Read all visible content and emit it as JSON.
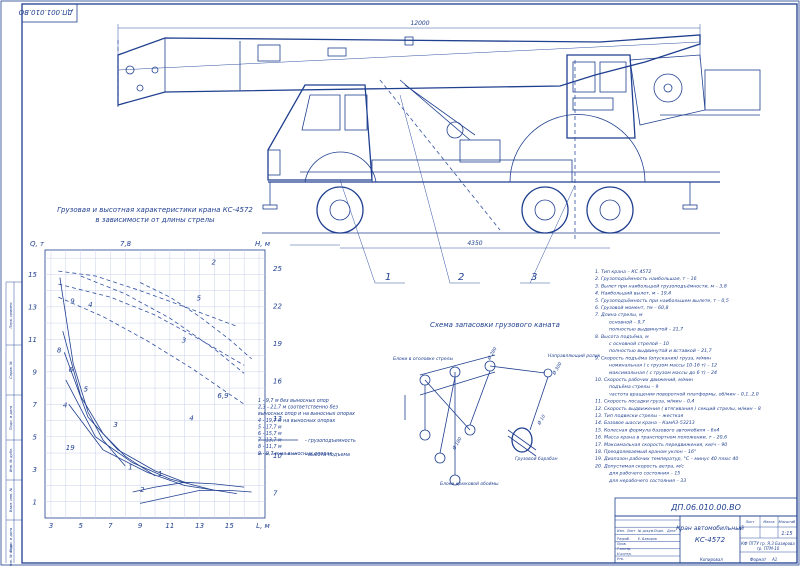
{
  "sheet": {
    "stamp_top": "ДП.001.010.ВО",
    "drawing_code": "ДП.06.010.00.ВО",
    "title_line1": "Кран автомобильный",
    "title_line2": "КС-4572",
    "sheet_label": "Лист",
    "mass_label": "Масса",
    "scale_label": "Масштаб",
    "scale_value": "1:15",
    "org_line1": "КФ ПГТУ гр. Я.3 Базирова",
    "org_line2": "гр. ПТМ-10",
    "copy_label": "Копировал",
    "format_label": "Формат",
    "format_value": "А1",
    "side_labels": [
      "Перв. примен.",
      "Справ. №",
      "Подп. и дата",
      "Инв. № дубл.",
      "Взам. инв. №",
      "Подп. и дата",
      "Инв. № подл."
    ],
    "stamp_rows": [
      "Изм.",
      "Лист",
      "№ докум.",
      "Подп.",
      "Дата",
      "Разраб.",
      "Пров.",
      "Т.контр.",
      "Н.контр.",
      "Утв."
    ],
    "author": "Е. Базыров"
  },
  "crane": {
    "dim_overall": "12000",
    "dim_wheelbase": "4350",
    "callouts": [
      "1",
      "2",
      "3"
    ]
  },
  "chart": {
    "title_line1": "Грузовая и высотная характеристики крана КС-4572",
    "title_line2": "в зависимости от длины стрелы",
    "y_left_label": "Q, т",
    "y_right_label": "Н, м",
    "x_label": "L, м",
    "top_mark": "7,8"
  },
  "chart_data": {
    "type": "line",
    "x_ticks": [
      3,
      5,
      7,
      9,
      11,
      13,
      15
    ],
    "x_tick_labels": [
      "3",
      "5",
      "7",
      "9",
      "11",
      "13",
      "15",
      "L, м"
    ],
    "y_left_ticks": [
      1,
      3,
      5,
      7,
      9,
      11,
      13,
      15
    ],
    "y_right_ticks": [
      7,
      10,
      13,
      16,
      19,
      22,
      25
    ],
    "curve_labels": [
      "9",
      "8",
      "4",
      "6",
      "5",
      "4",
      "3",
      "1",
      "19",
      "2",
      "1",
      "2",
      "5",
      "3",
      "6,9",
      "4"
    ],
    "legend": [
      "1 - 9,7 м без выносных опор",
      "2,3 - 21,7 м соответственно без",
      "выносных опор и на выносных опорах",
      "4 - 19,7 м на выносных опорах",
      "5 - 17,7 м",
      "6 - 15,7 м",
      "7 - 13,7 м",
      "8 - 11,7 м",
      "9 - 9,7 м на выносных опорах",
      "- грузоподъемность",
      "- высота подъема"
    ],
    "load_series": [
      {
        "x": [
          3.6,
          4.5,
          5.5,
          6.5,
          8
        ],
        "y": [
          14.8,
          9.5,
          6.5,
          4.8,
          3.2
        ]
      },
      {
        "x": [
          3.8,
          5,
          6.5,
          8,
          10
        ],
        "y": [
          11.5,
          7.5,
          5.2,
          3.8,
          2.6
        ]
      },
      {
        "x": [
          3.9,
          5.5,
          7.5,
          10,
          12
        ],
        "y": [
          10.2,
          6.2,
          4.2,
          2.9,
          2.2
        ]
      },
      {
        "x": [
          4,
          6,
          8.5,
          11,
          14
        ],
        "y": [
          8.5,
          5.0,
          3.4,
          2.4,
          1.7
        ]
      },
      {
        "x": [
          4.2,
          6.5,
          9.5,
          12,
          15.5
        ],
        "y": [
          7.0,
          4.2,
          2.8,
          2.0,
          1.5
        ]
      },
      {
        "x": [
          8.5,
          10,
          12,
          14,
          16
        ],
        "y": [
          1.6,
          1.9,
          2.2,
          2.1,
          1.9
        ]
      },
      {
        "x": [
          9,
          11,
          13,
          15,
          16.5
        ],
        "y": [
          0.9,
          1.3,
          1.7,
          1.7,
          1.6
        ]
      }
    ],
    "height_series": [
      {
        "x": [
          3.5,
          6,
          9,
          12,
          15.5
        ],
        "y": [
          15.2,
          14.9,
          14.0,
          13.0,
          11.8
        ]
      },
      {
        "x": [
          3.5,
          7,
          10,
          13,
          16
        ],
        "y": [
          14.4,
          13.6,
          12.5,
          11.0,
          9.4
        ]
      },
      {
        "x": [
          3.5,
          6.5,
          9.5,
          12.5,
          16
        ],
        "y": [
          13.6,
          12.4,
          10.9,
          9.2,
          7.0
        ]
      },
      {
        "x": [
          5,
          8,
          11,
          14,
          16
        ],
        "y": [
          14.9,
          13.8,
          12.3,
          10.4,
          8.9
        ]
      },
      {
        "x": [
          9,
          11,
          13,
          15,
          16.5
        ],
        "y": [
          14.5,
          13.6,
          12.4,
          11.0,
          9.8
        ]
      }
    ]
  },
  "rope_scheme": {
    "title": "Схема запасовки грузового каната",
    "labels": [
      "Блоки в оголовке стрелы",
      "Направляющий ролик",
      "Блоки крюковой обоймы",
      "Грузовой барабан",
      "Ø 280",
      "Ø 180",
      "Ø 300",
      "Ø 10"
    ]
  },
  "specs": [
    "1. Тип крана – КС 4572",
    "2. Грузоподъёмность наибольшая, т – 16",
    "3. Вылет при наибольшей грузоподъёмности, м – 3,8",
    "4. Наибольший вылет, м – 19,4",
    "5. Грузоподъёмность при наибольшем вылете, т – 0,5",
    "6. Грузовой момент, тм – 60,8",
    "7. Длина стрелы, м",
    "основной – 9,7",
    "полностью выдвинутой – 21,7",
    "8. Высота подъёма, м",
    "с основной стрелой – 10",
    "полностью выдвинутой и вставкой – 21,7",
    "9. Скорость подъёма (опускания) груза, м/мин",
    "номинальная ( с грузом массы 10-16 т) – 12",
    "максимальная ( с грузом массы до 6 т) – 24",
    "10. Скорость рабочих движений, м/мин",
    "подъёма стрелы – 9",
    "частота вращения поворотной платформы, об/мин – 0,1..2,0",
    "11. Скорость посадки груза, м/мин – 0,4",
    "12. Скорость выдвижения ( втягивания ) секций стрелы, м/мин – 8",
    "13. Тип подвески стрелы – жесткая",
    "14. Базовое шасси крана – КамАЗ-53213",
    "15. Колесная формула базового автомобиля – 6х4",
    "16. Масса крана в транспортном положении, т – 20,6",
    "17. Максимальная скорость передвижения, км/ч – 90",
    "18. Преодолеваемый краном уклон – 16°",
    "19. Диапазон рабочих температур, °С – минус 40 плюс 40",
    "20. Допустимая скорость ветра, м/с",
    "для рабочего состояния – 15",
    "для нерабочего состояния – 33"
  ]
}
